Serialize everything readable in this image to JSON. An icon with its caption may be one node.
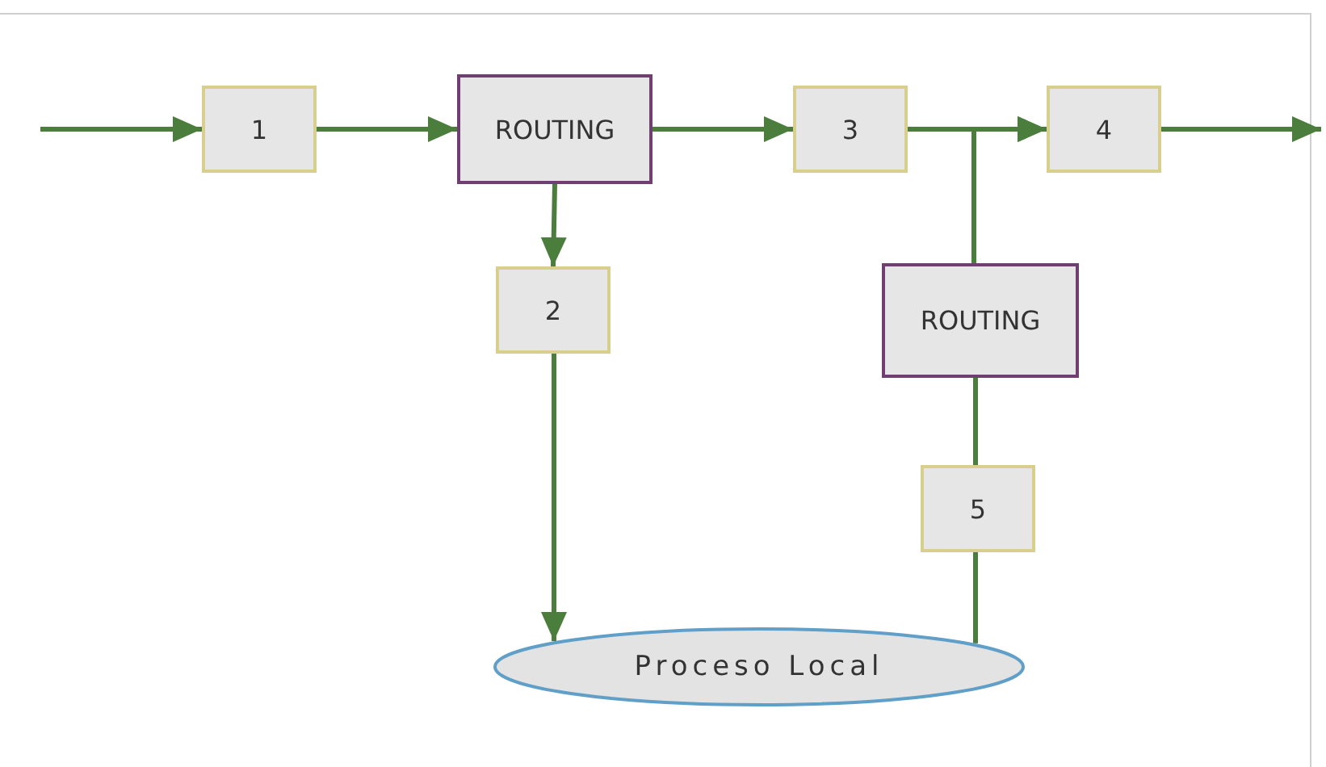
{
  "diagram": {
    "nodes": [
      {
        "text": [
          "1"
        ]
      },
      {
        "text": [
          "ROUTING"
        ]
      },
      {
        "text": [
          "3"
        ]
      },
      {
        "text": [
          "4"
        ]
      },
      {
        "text": [
          "2"
        ]
      },
      {
        "text": [
          "ROUTING"
        ]
      },
      {
        "text": [
          "5"
        ]
      },
      {
        "text": [
          "Proceso Local"
        ]
      }
    ],
    "edges": [
      {
        "from": null,
        "to": 0,
        "arrow": "to"
      },
      {
        "from": 0,
        "to": 1,
        "arrow": "to"
      },
      {
        "from": 1,
        "to": 2,
        "arrow": "to"
      },
      {
        "from": 1,
        "to": 4,
        "arrow": "to"
      },
      {
        "from": 2,
        "to": 3,
        "arrow": "to"
      },
      {
        "from": 5,
        "to": 3,
        "arrow": "to"
      },
      {
        "from": 3,
        "to": null,
        "arrow": "to"
      },
      {
        "from": 4,
        "to": 7,
        "arrow": "to"
      },
      {
        "from": 7,
        "to": 6,
        "arrow": "none"
      },
      {
        "from": 6,
        "to": 5,
        "arrow": "none"
      }
    ]
  }
}
